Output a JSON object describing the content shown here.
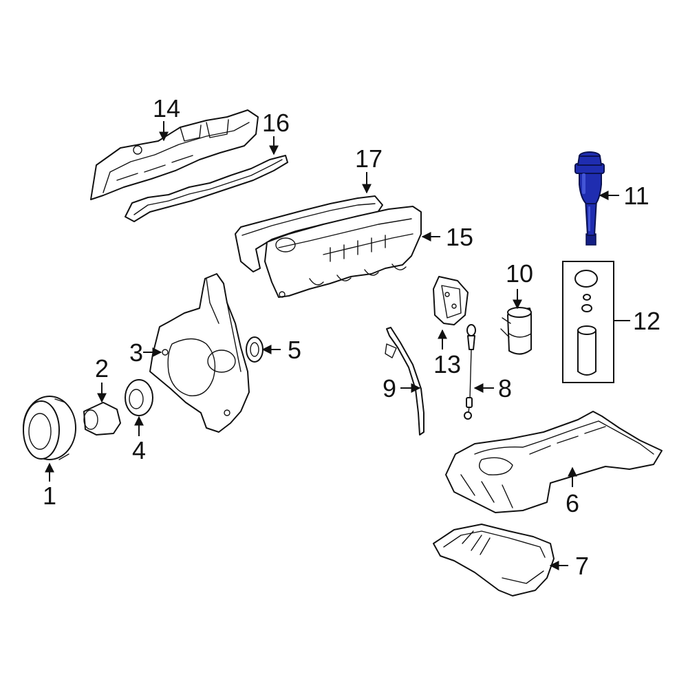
{
  "diagram": {
    "highlight_color": "#1f2db0",
    "line_color": "#111111",
    "callouts": [
      {
        "id": "c1",
        "label": "1"
      },
      {
        "id": "c2",
        "label": "2"
      },
      {
        "id": "c3",
        "label": "3"
      },
      {
        "id": "c4",
        "label": "4"
      },
      {
        "id": "c5",
        "label": "5"
      },
      {
        "id": "c6",
        "label": "6"
      },
      {
        "id": "c7",
        "label": "7"
      },
      {
        "id": "c8",
        "label": "8"
      },
      {
        "id": "c9",
        "label": "9"
      },
      {
        "id": "c10",
        "label": "10"
      },
      {
        "id": "c11",
        "label": "11"
      },
      {
        "id": "c12",
        "label": "12"
      },
      {
        "id": "c13",
        "label": "13"
      },
      {
        "id": "c14",
        "label": "14"
      },
      {
        "id": "c15",
        "label": "15"
      },
      {
        "id": "c16",
        "label": "16"
      },
      {
        "id": "c17",
        "label": "17"
      }
    ]
  }
}
